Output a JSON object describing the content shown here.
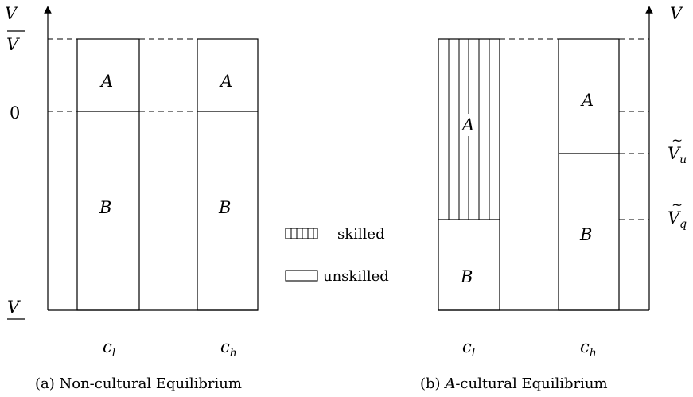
{
  "panel_a": {
    "axis_label_top": "V",
    "tick_vbar": "V",
    "tick_zero": "0",
    "tick_vunder": "V",
    "bars": [
      {
        "region_top": "A",
        "region_bottom": "B",
        "x_label": "c",
        "x_sub": "l"
      },
      {
        "region_top": "A",
        "region_bottom": "B",
        "x_label": "c",
        "x_sub": "h"
      }
    ],
    "caption_prefix": "(a) Non-cultural Equilibrium"
  },
  "legend": {
    "skilled": "skilled",
    "unskilled": "unskilled"
  },
  "panel_b": {
    "axis_label_top": "V",
    "tick_vu_main": "V",
    "tick_vu_sub": "u",
    "tick_vq_main": "V",
    "tick_vq_sub": "q",
    "bars": [
      {
        "region_top": "A",
        "region_bottom": "B",
        "x_label": "c",
        "x_sub": "l"
      },
      {
        "region_top": "A",
        "region_bottom": "B",
        "x_label": "c",
        "x_sub": "h"
      }
    ],
    "caption_label": "(b)",
    "caption_italic": "A",
    "caption_rest": "-cultural Equilibrium"
  }
}
